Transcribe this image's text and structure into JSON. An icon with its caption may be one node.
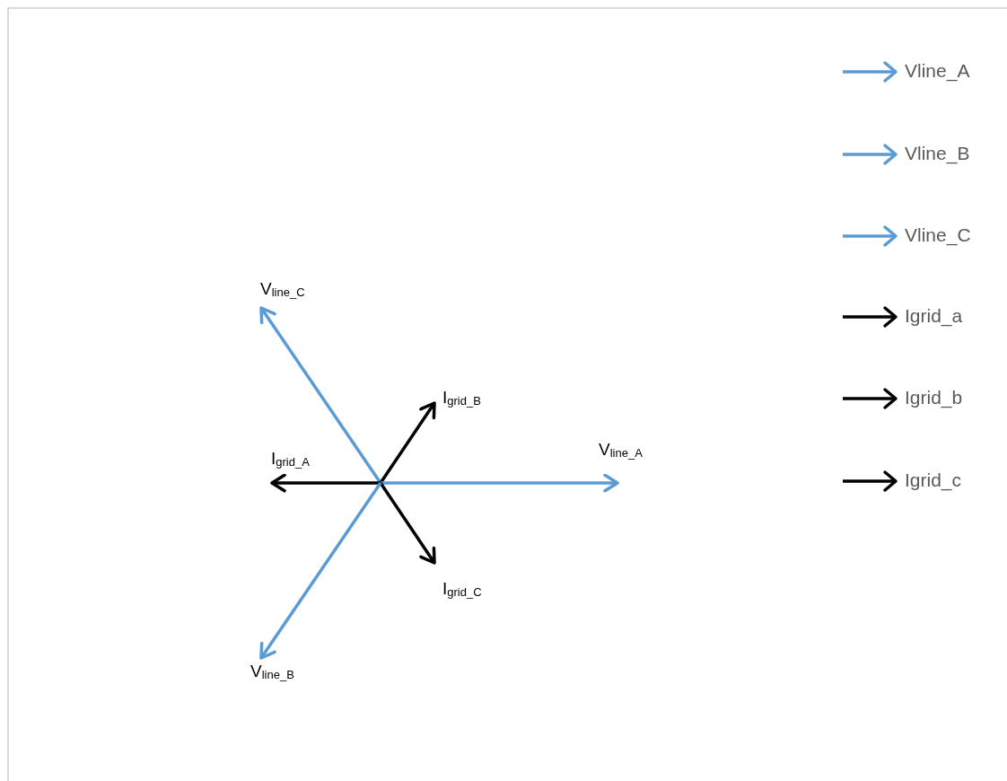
{
  "diagram": {
    "nodes": [
      {
        "text": [
          "V$_{line_C}$"
        ]
      },
      {
        "text": [
          "I$_{grid_B}$"
        ]
      },
      {
        "text": [
          "I$_{grid_A}$"
        ]
      },
      {
        "text": [
          "V$_{line_A}$"
        ]
      },
      {
        "text": [
          "I$_{grid_C}$"
        ]
      },
      {
        "text": [
          "V$_{line_B}$"
        ]
      }
    ],
    "edges": [
      {
        "from": null,
        "to": 0,
        "arrow": "to",
        "color": "#5b9bd5"
      },
      {
        "from": null,
        "to": 1,
        "arrow": "to",
        "color": "#000000"
      },
      {
        "from": null,
        "to": 2,
        "arrow": "to",
        "color": "#000000"
      },
      {
        "from": null,
        "to": 3,
        "arrow": "to",
        "color": "#5b9bd5"
      },
      {
        "from": null,
        "to": 4,
        "arrow": "to",
        "color": "#000000"
      },
      {
        "from": null,
        "to": 5,
        "arrow": "to",
        "color": "#5b9bd5"
      }
    ],
    "legend": [
      {
        "text": "Vline_A",
        "color": "#5b9bd5"
      },
      {
        "text": "Vline_B",
        "color": "#5b9bd5"
      },
      {
        "text": "Vline_C",
        "color": "#5b9bd5"
      },
      {
        "text": "Igrid_a",
        "color": "#000000"
      },
      {
        "text": "Igrid_b",
        "color": "#000000"
      },
      {
        "text": "Igrid_c",
        "color": "#000000"
      }
    ]
  }
}
